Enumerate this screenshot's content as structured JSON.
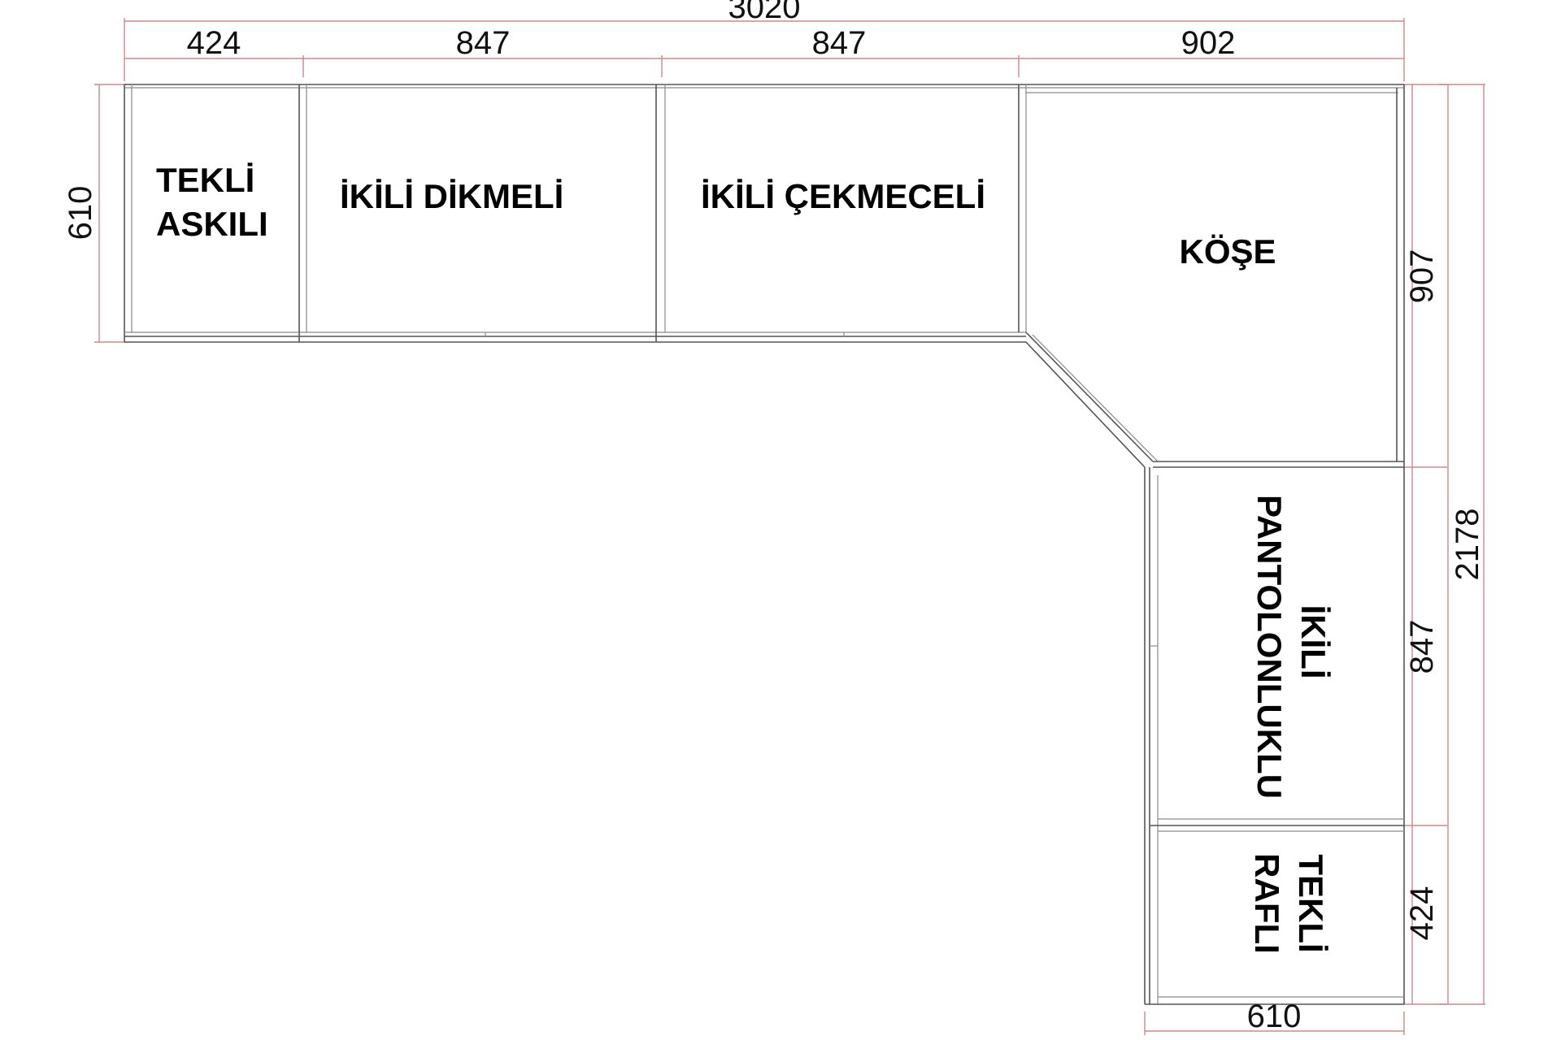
{
  "dimensions": {
    "total_width": "3020",
    "seg1": "424",
    "seg2": "847",
    "seg3": "847",
    "seg4": "902",
    "left_depth": "610",
    "right_907": "907",
    "right_847": "847",
    "right_424": "424",
    "total_height": "2178",
    "bottom_width": "610"
  },
  "modules": {
    "tekli_askili": [
      "TEKLİ",
      "ASKILI"
    ],
    "ikili_dikmeli": "İKİLİ DİKMELİ",
    "ikili_cekmeceli": "İKİLİ ÇEKMECELİ",
    "kose": "KÖŞE",
    "ikili_pantolonluklu": [
      "İKİLİ",
      "PANTOLONLUKLU"
    ],
    "tekli_rafli": [
      "TEKLİ",
      "RAFLI"
    ]
  },
  "colors": {
    "dimension_line": "#c98a8a",
    "wall_line": "#555555",
    "text": "#000000"
  }
}
